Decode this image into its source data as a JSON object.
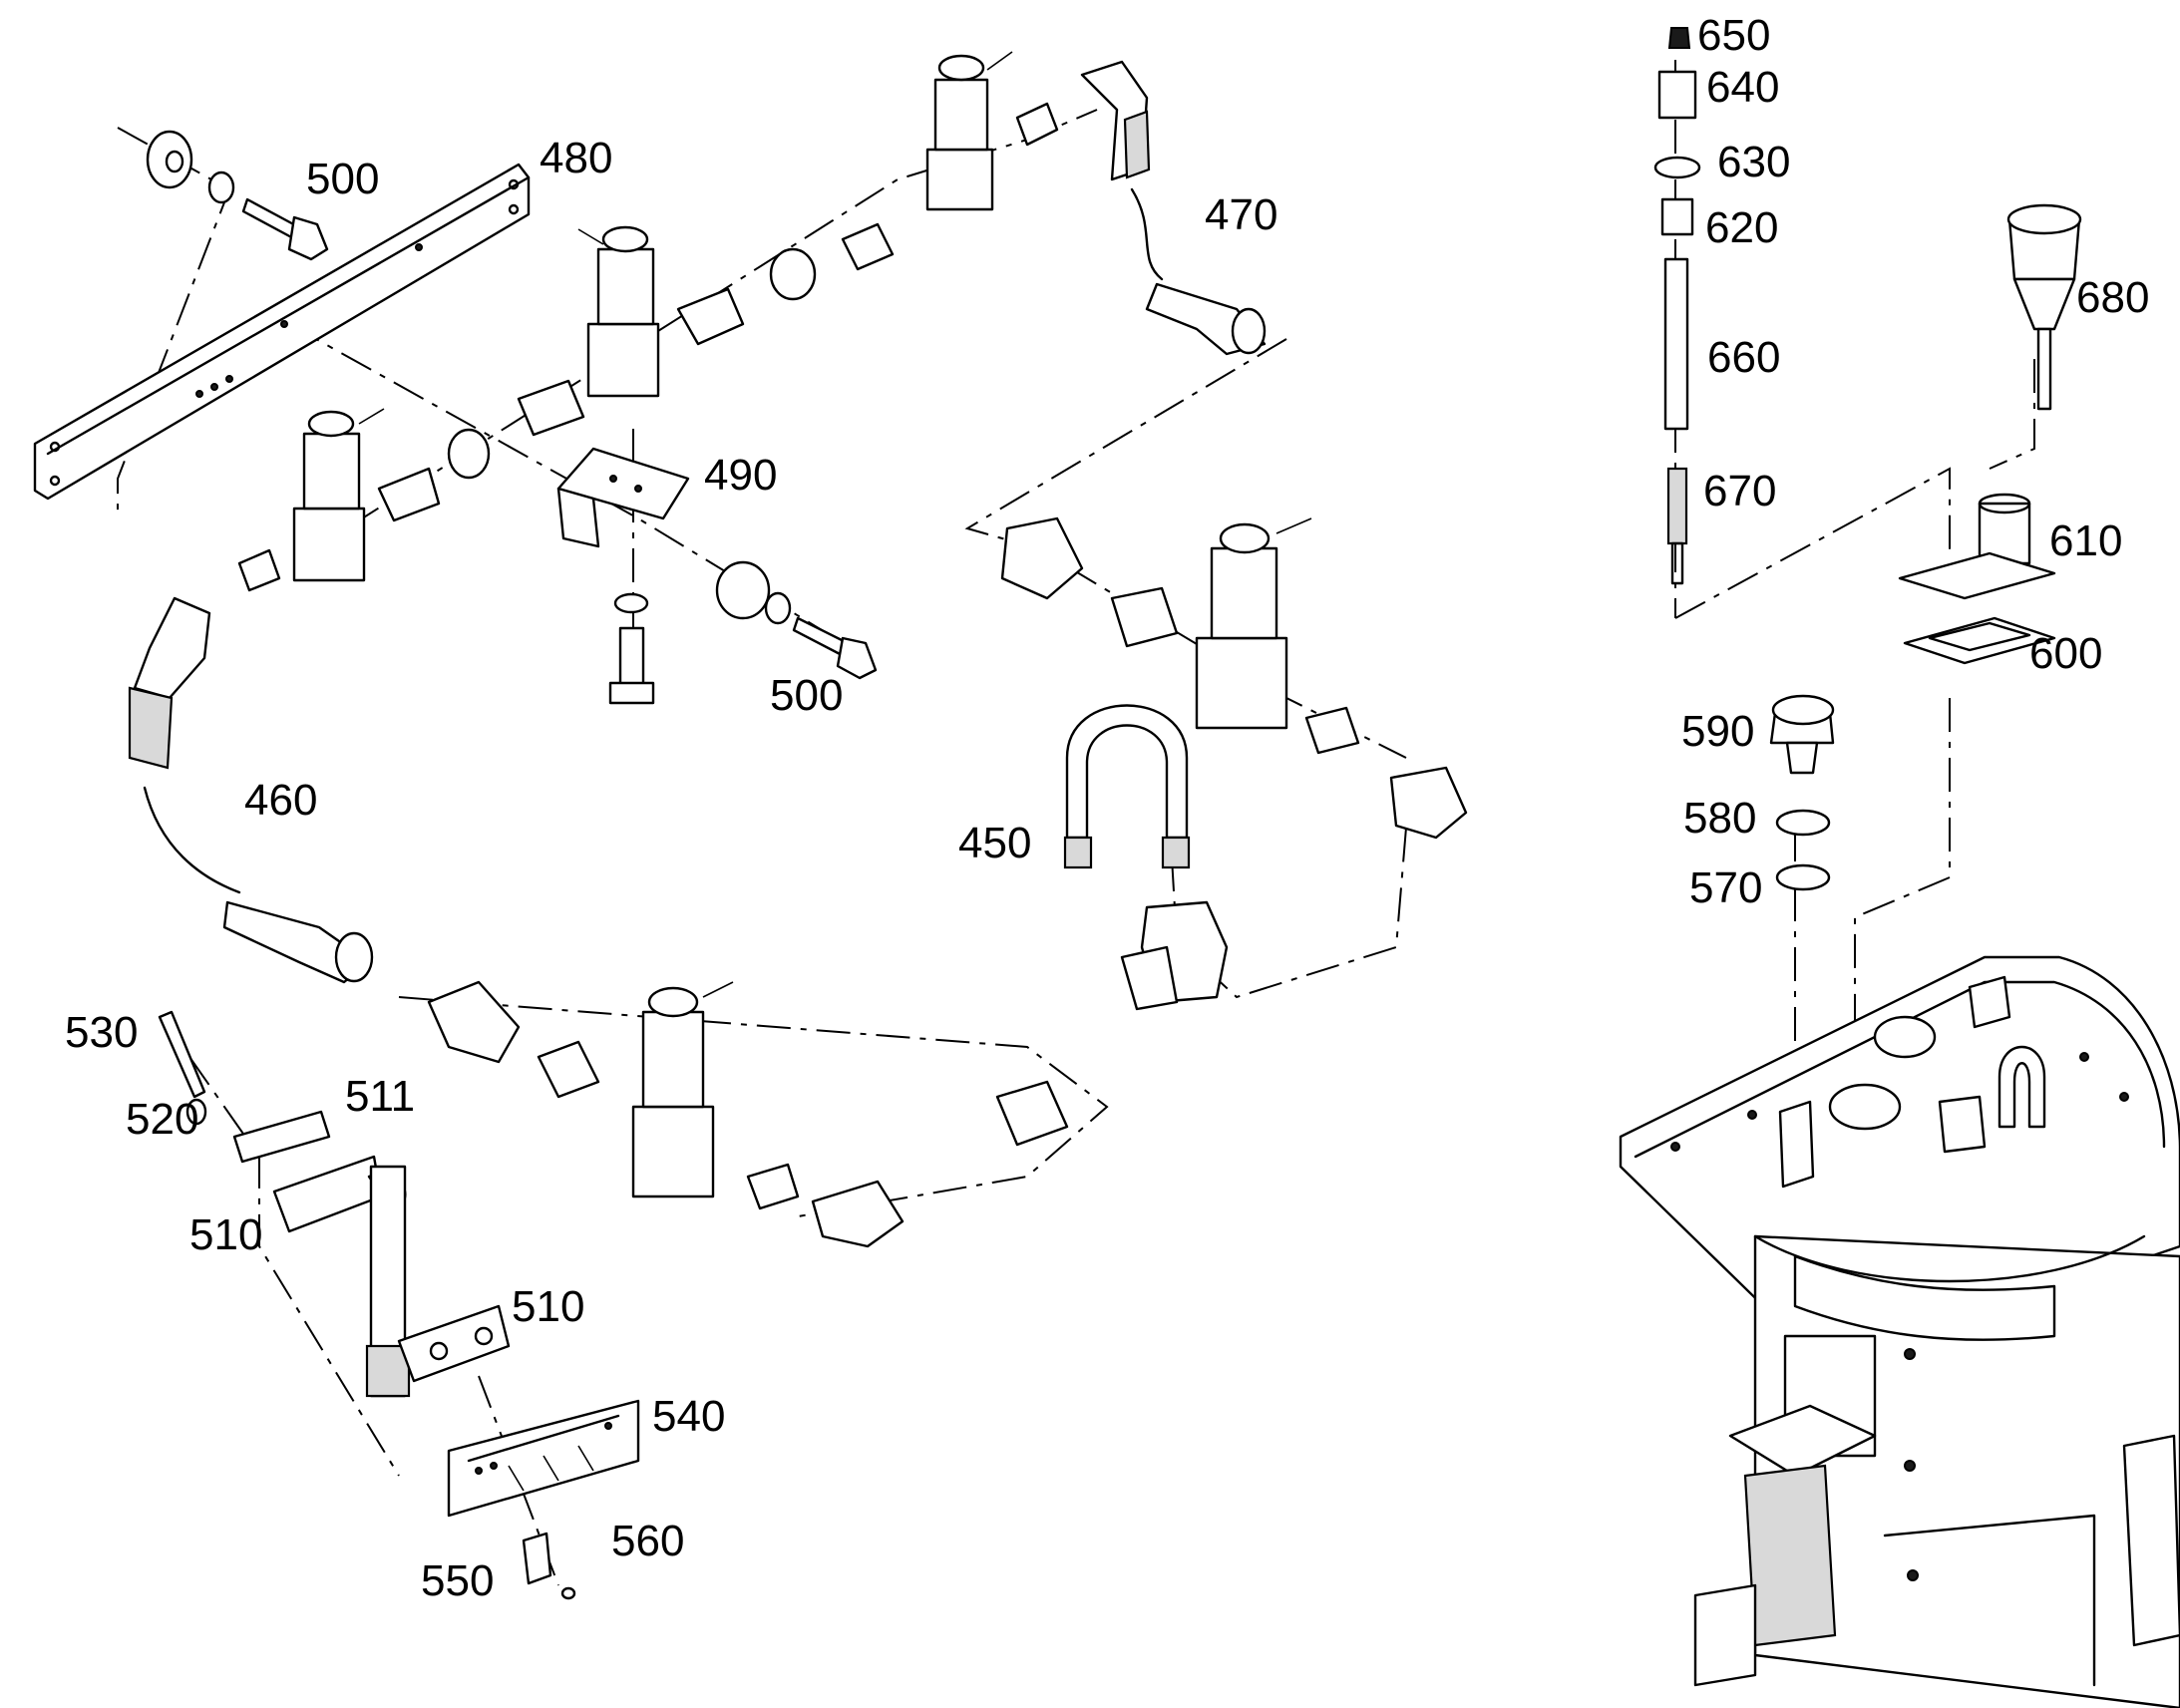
{
  "callouts": {
    "c650": "650",
    "c640": "640",
    "c630": "630",
    "c620": "620",
    "c660": "660",
    "c670": "670",
    "c680": "680",
    "c610": "610",
    "c600": "600",
    "c590": "590",
    "c580": "580",
    "c570": "570",
    "c500a": "500",
    "c480": "480",
    "c470": "470",
    "c490": "490",
    "c500b": "500",
    "c460": "460",
    "c450": "450",
    "c530": "530",
    "c511": "511",
    "c520": "520",
    "c510a": "510",
    "c510b": "510",
    "c540": "540",
    "c560": "560",
    "c550": "550"
  },
  "colors": {
    "line": "#000000",
    "background": "#ffffff",
    "shade": "#d9d9d9"
  }
}
